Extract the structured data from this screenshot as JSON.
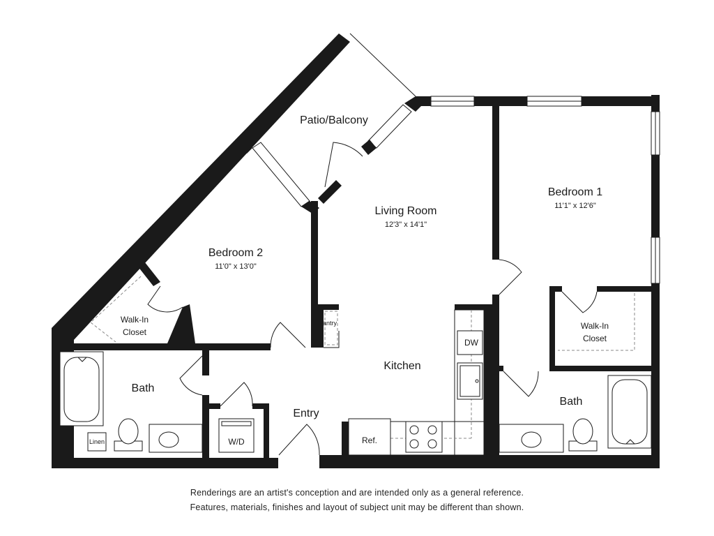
{
  "rooms": {
    "patio": {
      "name": "Patio/Balcony"
    },
    "living": {
      "name": "Living Room",
      "dims": "12'3\" x 14'1\""
    },
    "bedroom1": {
      "name": "Bedroom 1",
      "dims": "11'1\" x 12'6\""
    },
    "bedroom2": {
      "name": "Bedroom 2",
      "dims": "11'0\" x 13'0\""
    },
    "walkin_left": {
      "line1": "Walk-In",
      "line2": "Closet"
    },
    "walkin_right": {
      "line1": "Walk-In",
      "line2": "Closet"
    },
    "bath_left": {
      "name": "Bath"
    },
    "bath_right": {
      "name": "Bath"
    },
    "kitchen": {
      "name": "Kitchen"
    },
    "entry": {
      "name": "Entry"
    }
  },
  "fixtures": {
    "pantry": "Pantry",
    "dw": "DW",
    "ref": "Ref.",
    "wd": "W/D",
    "linen": "Linen"
  },
  "disclaimer": {
    "line1": "Renderings are an artist's conception and are intended only as a general reference.",
    "line2": "Features, materials, finishes and layout of subject unit may be different than shown."
  },
  "colors": {
    "wall": "#1a1a1a",
    "background": "#ffffff"
  }
}
